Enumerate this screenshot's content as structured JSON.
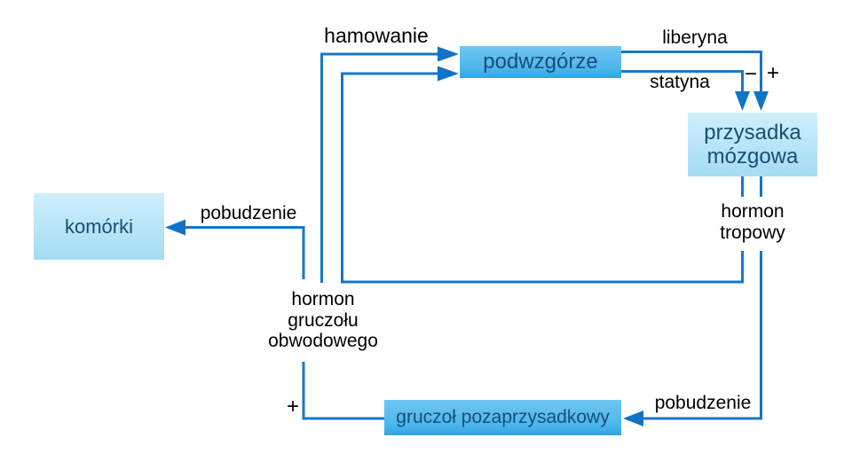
{
  "figure": {
    "description": "hormonal feedback loop diagram",
    "background_color": "#ffffff",
    "line_color": "#1777c3",
    "node_text_color": "#174e77",
    "node_bright_fill_top": "#70c7f3",
    "node_bright_fill_bottom": "#31a4e2",
    "node_light_fill_top": "#cfeffb",
    "node_light_fill_bottom": "#a3dcf4",
    "label_text_color": "#000000"
  },
  "nodes": {
    "komorki": {
      "label": "komórki"
    },
    "podwzgorze": {
      "label": "podwzgórze"
    },
    "przysadka": {
      "label": "przysadka mózgowa"
    },
    "gruczol": {
      "label": "gruczoł pozaprzysadkowy"
    }
  },
  "labels": {
    "hamowanie": "hamowanie",
    "liberyna": "liberyna",
    "statyna": "statyna",
    "minus": "−",
    "plus_przysadka": "+",
    "hormon_tropowy": "hormon\ntropowy",
    "pobudzenie_komorki": "pobudzenie",
    "pobudzenie_gruczol": "pobudzenie",
    "hormon_gruczolu": "hormon\ngruczołu\nobwodowego",
    "plus_gruczol": "+"
  }
}
